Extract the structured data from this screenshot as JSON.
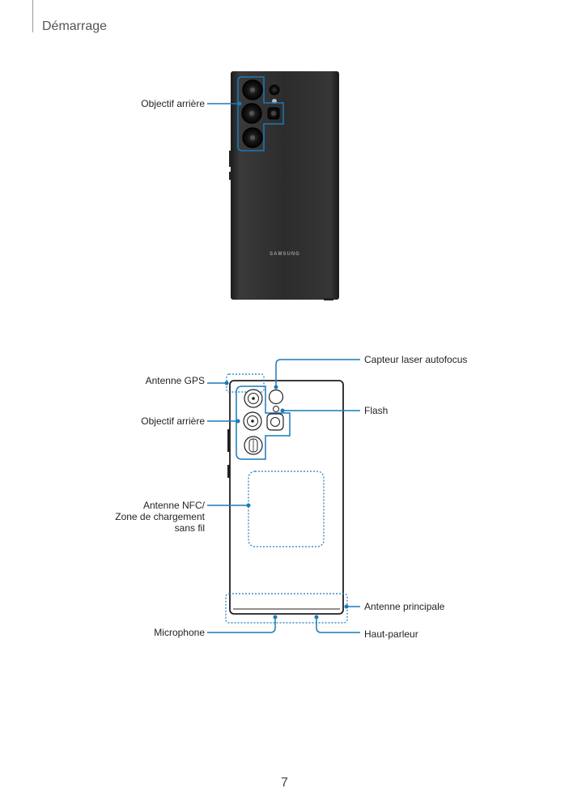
{
  "header": {
    "section_title": "Démarrage"
  },
  "phone1": {
    "brand": "SAMSUNG",
    "label_rear_camera": "Objectif arrière"
  },
  "phone2": {
    "label_laser": "Capteur laser autofocus",
    "label_gps": "Antenne GPS",
    "label_flash": "Flash",
    "label_rear_camera": "Objectif arrière",
    "label_nfc_line1": "Antenne NFC/",
    "label_nfc_line2": "Zone de chargement",
    "label_nfc_line3": "sans fil",
    "label_main_antenna": "Antenne principale",
    "label_microphone": "Microphone",
    "label_speaker": "Haut-parleur"
  },
  "footer": {
    "page_number": "7"
  },
  "colors": {
    "callout": "#1a7ab8",
    "phone_body": "#2b2b2b",
    "outline": "#231f20"
  }
}
